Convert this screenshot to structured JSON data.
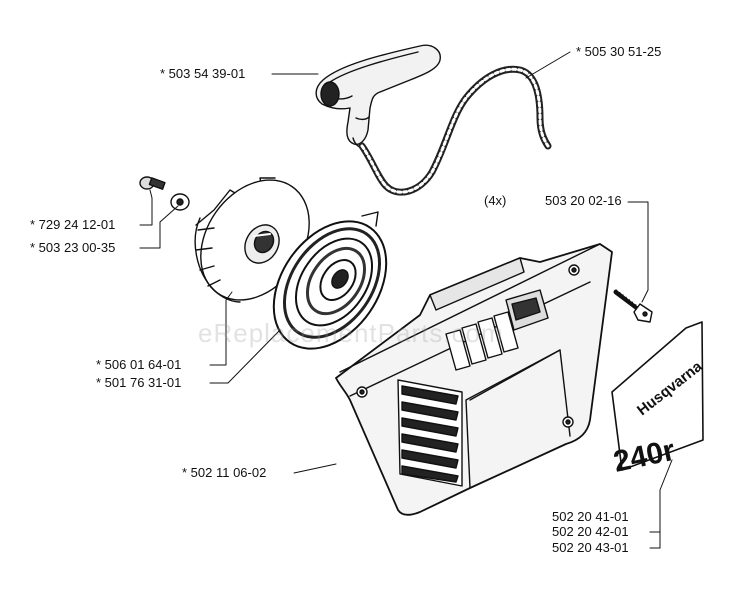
{
  "part_labels": {
    "handle": "* 503 54 39-01",
    "cord": "* 505 30 51-25",
    "screw_small": "* 729 24 12-01",
    "washer": "* 503 23 00-35",
    "pulley": "* 506 01 64-01",
    "spring": "* 501 76 31-01",
    "cover": "* 502 11 06-02",
    "qty_note": "(4x)",
    "screw": "503 20 02-16",
    "decal_1": "502 20 41-01",
    "decal_2": "502 20 42-01",
    "decal_3": "502 20 43-01"
  },
  "decal": {
    "brand": "Husqvarna",
    "model": "240r"
  },
  "watermark": "eReplacementParts.com"
}
